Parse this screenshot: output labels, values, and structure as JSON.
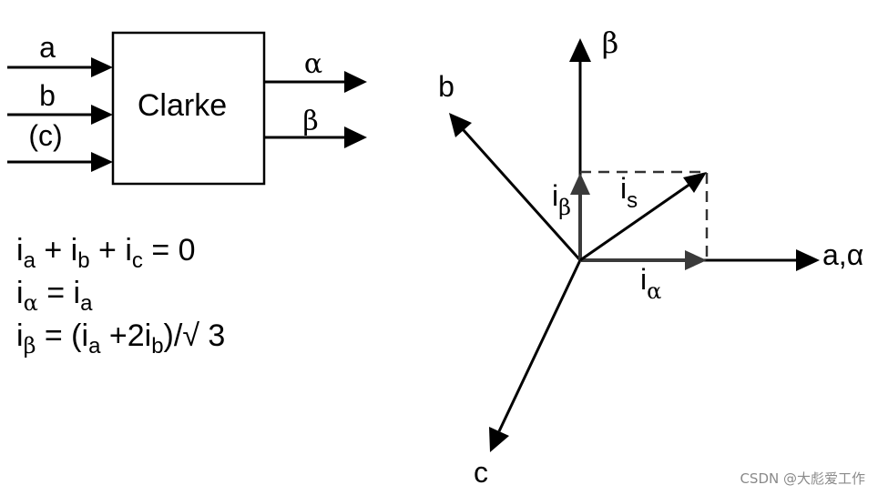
{
  "block": {
    "label": "Clarke",
    "inputs": [
      "a",
      "b",
      "(c)"
    ],
    "outputs": [
      "α",
      "β"
    ]
  },
  "equations": {
    "eq1": {
      "parts": [
        "i",
        "a",
        " + i",
        "b",
        " + i",
        "c",
        " = 0"
      ]
    },
    "eq2": {
      "parts": [
        "i",
        "α",
        " = i",
        "a"
      ]
    },
    "eq3": {
      "parts": [
        "i",
        "β",
        " = (i",
        "a",
        " +2i",
        "b",
        ")/√ 3"
      ]
    }
  },
  "vector_diagram": {
    "axis_labels": {
      "beta": "β",
      "b": "b",
      "alpha": "a,α",
      "c": "c"
    },
    "i_beta": {
      "main": "i",
      "sub": "β"
    },
    "i_s": {
      "main": "i",
      "sub": "s"
    },
    "i_alpha": {
      "main": "i",
      "sub": "α"
    }
  },
  "watermark": "CSDN @大彪爱工作"
}
